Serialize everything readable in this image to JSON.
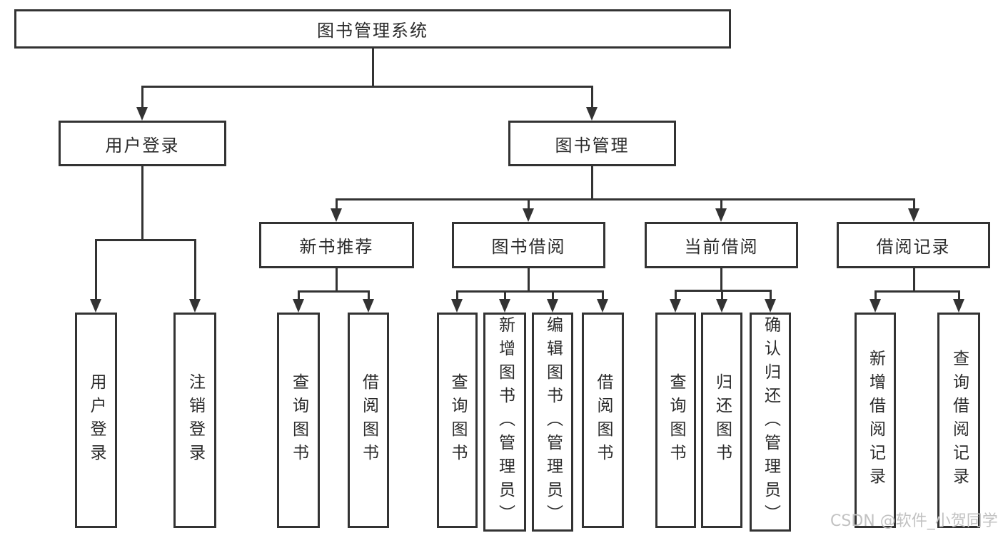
{
  "colors": {
    "background": "#ffffff",
    "line": "#333333",
    "box_border": "#333333",
    "text": "#2b2b2b",
    "watermark": "#c2c2c2"
  },
  "diagram": {
    "type": "tree",
    "root": {
      "label": "图书管理系统",
      "children": [
        {
          "label": "用户登录",
          "children": [
            {
              "label": "用户登录"
            },
            {
              "label": "注销登录"
            }
          ]
        },
        {
          "label": "图书管理",
          "children": [
            {
              "label": "新书推荐",
              "children": [
                {
                  "label": "查询图书"
                },
                {
                  "label": "借阅图书"
                }
              ]
            },
            {
              "label": "图书借阅",
              "children": [
                {
                  "label": "查询图书"
                },
                {
                  "label": "新增图书（管理员）"
                },
                {
                  "label": "编辑图书（管理员）"
                },
                {
                  "label": "借阅图书"
                }
              ]
            },
            {
              "label": "当前借阅",
              "children": [
                {
                  "label": "查询图书"
                },
                {
                  "label": "归还图书"
                },
                {
                  "label": "确认归还（管理员）"
                }
              ]
            },
            {
              "label": "借阅记录",
              "children": [
                {
                  "label": "新增借阅记录"
                },
                {
                  "label": "查询借阅记录"
                }
              ]
            }
          ]
        }
      ]
    }
  },
  "watermark": {
    "text": "CSDN @软件_小贺同学"
  }
}
